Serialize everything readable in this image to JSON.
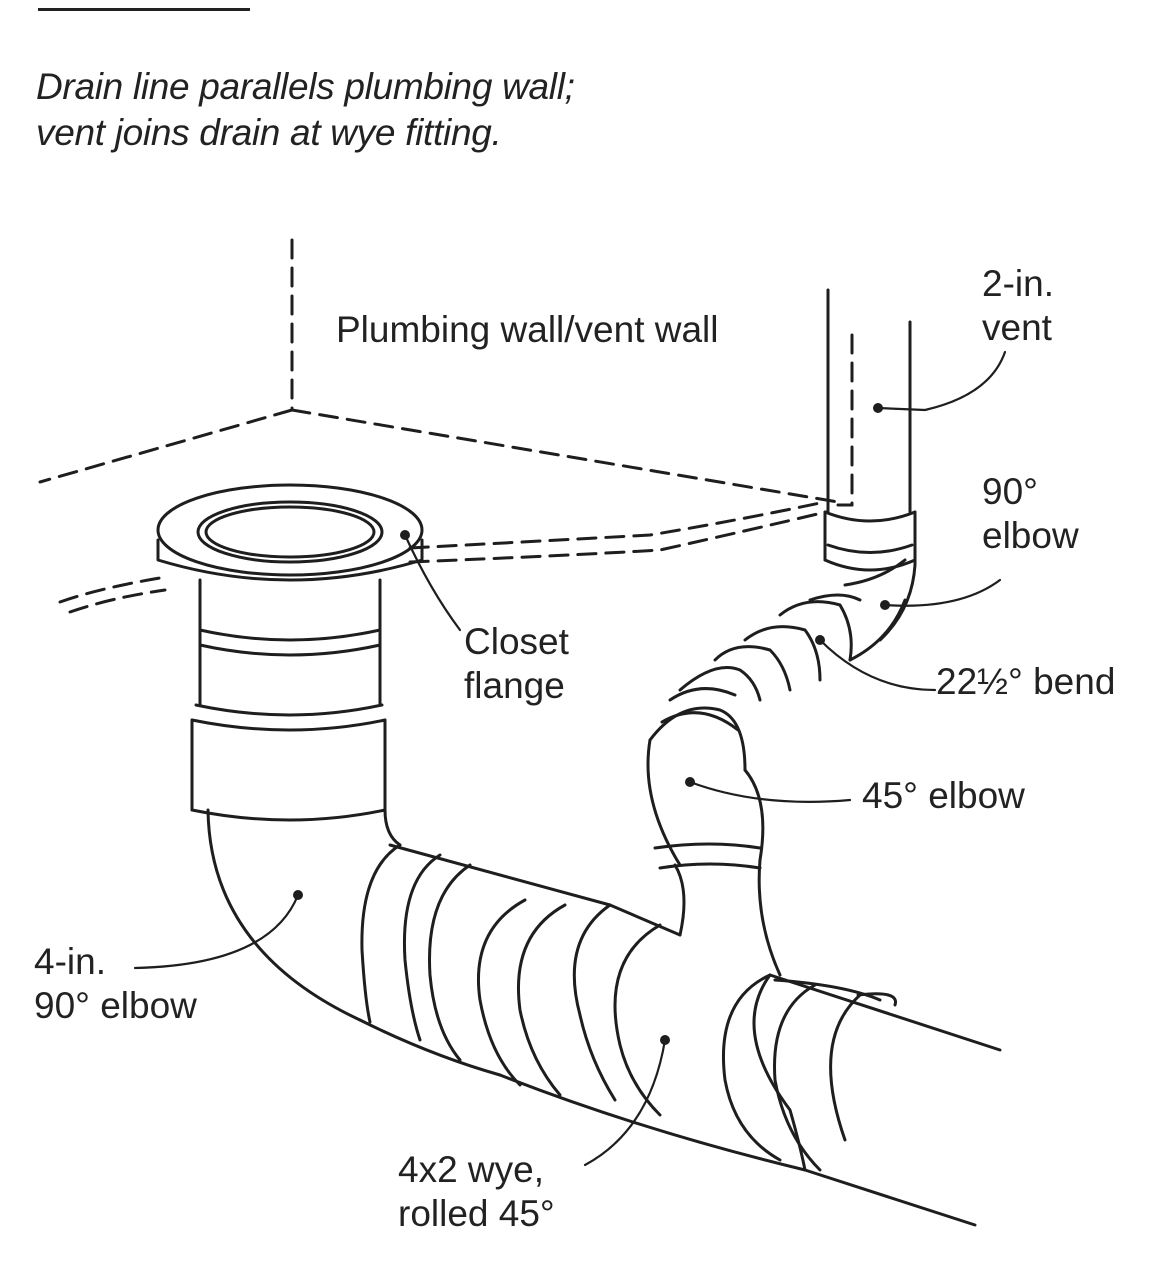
{
  "caption": {
    "line1": "Drain line parallels plumbing wall;",
    "line2": "vent joins drain at wye fitting."
  },
  "labels": {
    "wall": "Plumbing wall/vent wall",
    "vent": [
      "2-in.",
      "vent"
    ],
    "elbow90_top": [
      "90°",
      "elbow"
    ],
    "closet_flange": [
      "Closet",
      "flange"
    ],
    "bend": "22½° bend",
    "elbow45": "45° elbow",
    "elbow90_4in": [
      "4-in.",
      "90° elbow"
    ],
    "wye": [
      "4x2 wye,",
      "rolled 45°"
    ]
  }
}
